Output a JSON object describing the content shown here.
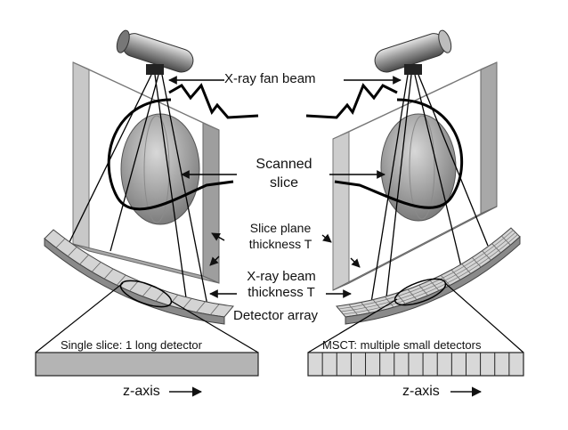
{
  "labels": {
    "fan_beam": "X-ray fan beam",
    "scanned_1": "Scanned",
    "scanned_2": "slice",
    "slice_plane_1": "Slice plane",
    "slice_plane_2": "thickness T",
    "beam_thickness_1": "X-ray beam",
    "beam_thickness_2": "thickness T",
    "detector_array": "Detector array",
    "single_slice": "Single slice: 1 long detector",
    "msct": "MSCT: multiple small detectors",
    "z_axis_left": "z-axis",
    "z_axis_right": "z-axis"
  },
  "detectors": {
    "single_cells": 1,
    "multi_cells": 15
  }
}
